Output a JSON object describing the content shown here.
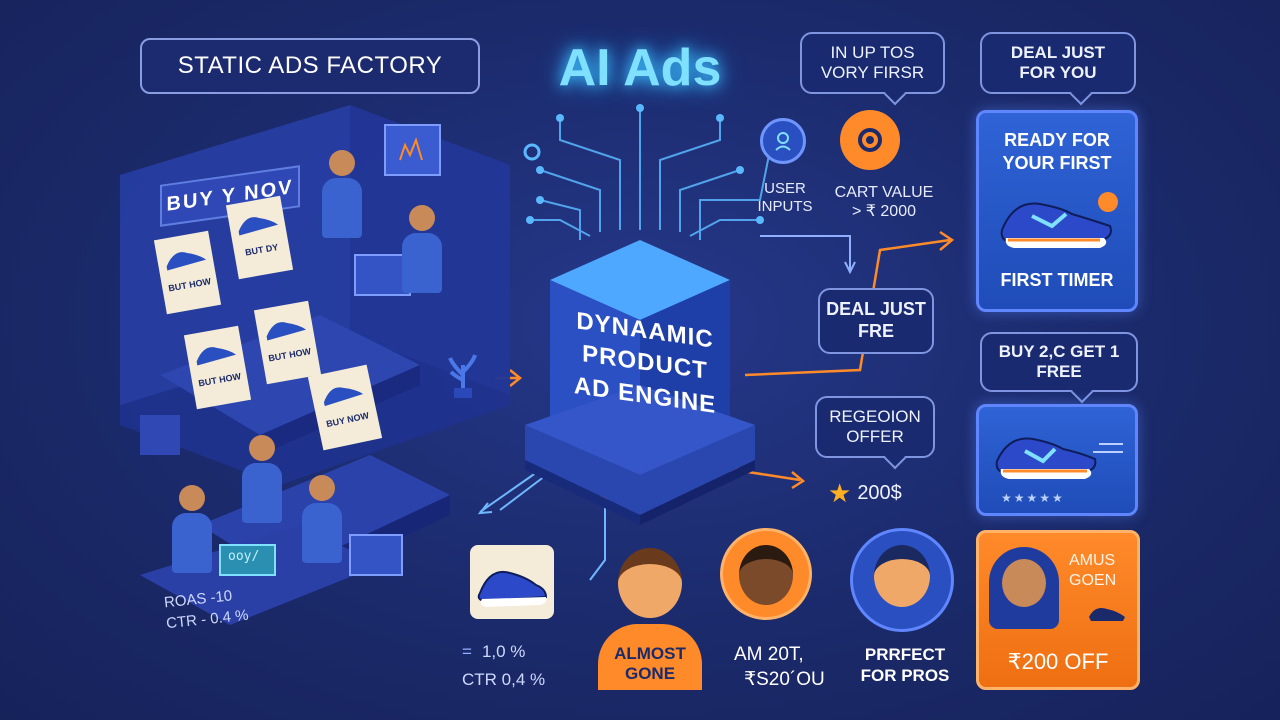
{
  "header": {
    "factory_label": "STATIC ADS FACTORY",
    "title": "AI Ads"
  },
  "factory": {
    "billboard": "BUY Y NOV",
    "sheets": [
      "BUT HOW",
      "BUT DY",
      "BUT HOW",
      "BUT HOW",
      "BUY NOW"
    ],
    "screen_text": "ooy/",
    "metrics": [
      "ROAS -10",
      "CTR - 0.4 %"
    ]
  },
  "engine": {
    "label_lines": [
      "DYNAAMIC",
      "PRODUCT",
      "AD ENGINE"
    ]
  },
  "inputs": {
    "user_inputs": "USER INPUTS",
    "cart_value": "CART VALUE > ₹ 2000"
  },
  "bubbles": {
    "top": "IN UP TOS VORY FIRSR",
    "deal_top": "DEAL JUST FOR YOU",
    "deal_mid": "DEAL JUST FRE",
    "buy2": "BUY 2,C GET 1 FREE",
    "region": "REGEOION OFFER"
  },
  "rating": {
    "value": "200$"
  },
  "cards": {
    "first_timer_title": "READY FOR YOUR FIRST",
    "first_timer_footer": "FIRST TIMER",
    "orange_text": "AMUS GOEN",
    "orange_price": "₹200 OFF"
  },
  "bottom": {
    "metric_1": "1,0 %",
    "metric_2": "CTR 0,4 %",
    "almost_gone": "ALMOST GONE",
    "am_line1": "AM 20T,",
    "am_line2": "₹S20´OU",
    "perfect": "PRRFECT FOR PROS"
  },
  "colors": {
    "background": "#1b2a6b",
    "accent_cyan": "#7fe0ff",
    "accent_orange": "#ff8a2a",
    "card_blue": "#2f63d6",
    "engine_blue": "#2a4fc0"
  }
}
